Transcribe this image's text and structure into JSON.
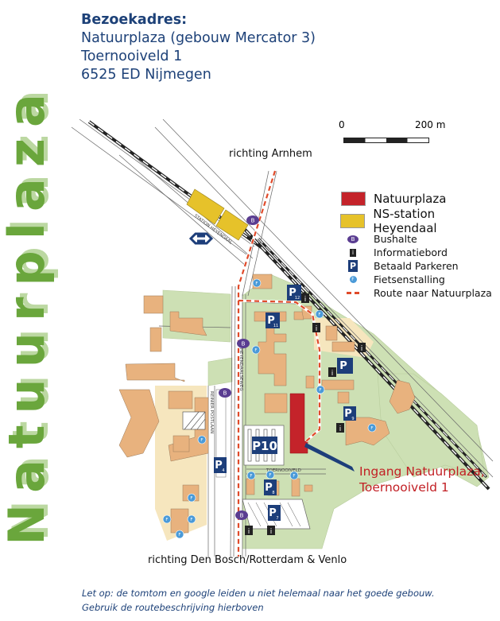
{
  "side_title": "Natuurplaza",
  "address": {
    "heading": "Bezoekadres:",
    "line1": "Natuurplaza (gebouw Mercator 3)",
    "line2": "Toernooiveld 1",
    "line3": "6525 ED Nijmegen"
  },
  "scale_bar": {
    "start": "0",
    "end": "200 m"
  },
  "directions": {
    "north": "richting Arnhem",
    "south": "richting Den Bosch/Rotterdam & Venlo"
  },
  "legend": [
    {
      "icon": "natuurplaza-swatch",
      "label": "Natuurplaza",
      "color": "#c4232a"
    },
    {
      "icon": "station-swatch",
      "label": "NS-station Heyendaal",
      "color": "#e6c22a"
    },
    {
      "icon": "bus-stop-icon",
      "label": "Bushalte",
      "color": "#5a3d91"
    },
    {
      "icon": "info-board-icon",
      "label": "Informatiebord",
      "color": "#222222"
    },
    {
      "icon": "parking-icon",
      "label": "Betaald Parkeren",
      "color": "#1d3e7a"
    },
    {
      "icon": "bicycle-parking-icon",
      "label": "Fietsenstalling",
      "color": "#4a9ad8"
    },
    {
      "icon": "route-icon",
      "label": "Route naar Natuurplaza",
      "color": "#e04a2a"
    }
  ],
  "markers": {
    "bus": "B",
    "info": "i",
    "parking": "P",
    "bike": "F"
  },
  "parking_numbers": [
    "12",
    "11",
    "",
    "9",
    "10",
    "4",
    "8",
    "7"
  ],
  "streets": [
    "HEYENDAALSEWEG",
    "STATION HEYENDAAL",
    "REINIER POSTLAAN",
    "TOERNOOIVELD"
  ],
  "callout": {
    "line1": "Ingang Natuurplaza,",
    "line2": "Toernooiveld 1"
  },
  "footer": {
    "line1": "Let op: de tomtom en google leiden u niet helemaal naar het goede gebouw.",
    "line2": "Gebruik de routebeschrijving  hierboven"
  }
}
